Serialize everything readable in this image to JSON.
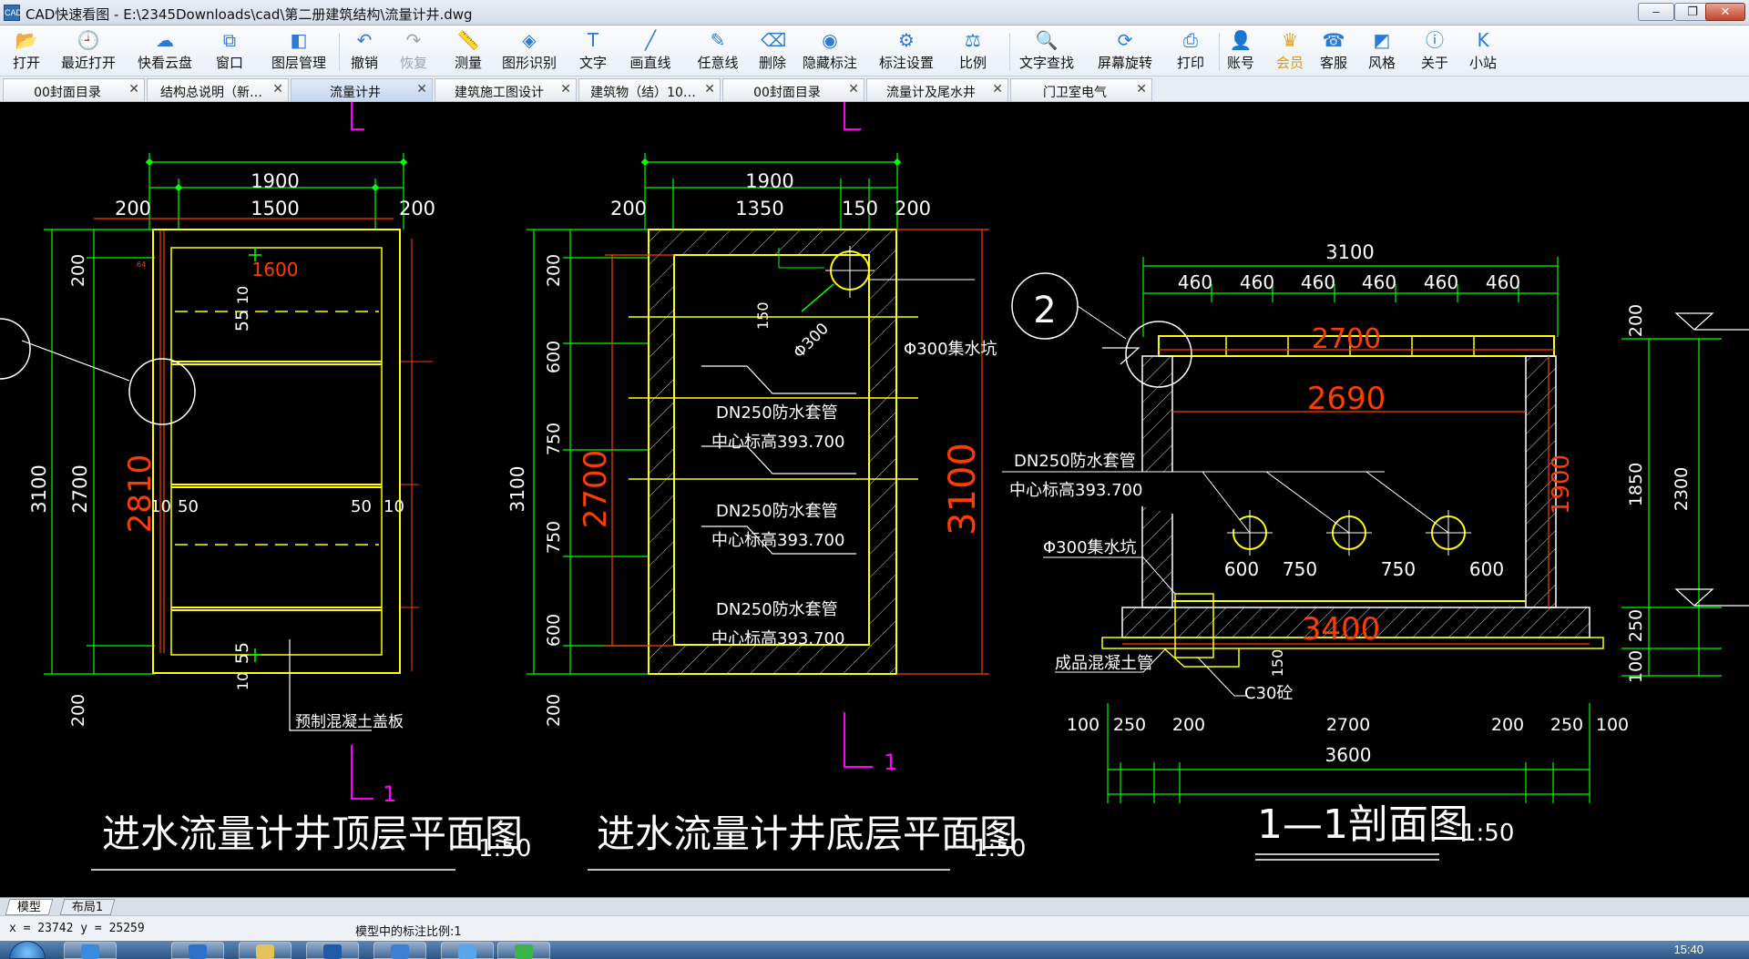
{
  "window": {
    "title": "CAD快速看图 - E:\\2345Downloads\\cad\\第二册建筑结构\\流量计井.dwg",
    "icon_label": "CAD",
    "buttons": {
      "minimize": "–",
      "restore": "❐",
      "close": "✕"
    }
  },
  "toolbar": {
    "items": [
      {
        "label": "打开",
        "icon": "folder-open-icon",
        "glyph": "📂",
        "disabled": false
      },
      {
        "label": "最近打开",
        "icon": "clock-icon",
        "glyph": "🕘",
        "disabled": false
      },
      {
        "label": "快看云盘",
        "icon": "cloud-icon",
        "glyph": "☁",
        "disabled": false
      },
      {
        "label": "窗口",
        "icon": "window-icon",
        "glyph": "⧉",
        "disabled": false
      },
      {
        "label": "图层管理",
        "icon": "layers-icon",
        "glyph": "◧",
        "disabled": false
      },
      {
        "label": "撤销",
        "icon": "undo-icon",
        "glyph": "↶",
        "disabled": false
      },
      {
        "label": "恢复",
        "icon": "redo-icon",
        "glyph": "↷",
        "disabled": true
      },
      {
        "label": "测量",
        "icon": "ruler-icon",
        "glyph": "📏",
        "disabled": false
      },
      {
        "label": "图形识别",
        "icon": "shape-recognize-icon",
        "glyph": "◈",
        "disabled": false
      },
      {
        "label": "文字",
        "icon": "text-icon",
        "glyph": "T",
        "disabled": false
      },
      {
        "label": "画直线",
        "icon": "line-icon",
        "glyph": "╱",
        "disabled": false
      },
      {
        "label": "任意线",
        "icon": "pen-icon",
        "glyph": "✎",
        "disabled": false
      },
      {
        "label": "删除",
        "icon": "eraser-icon",
        "glyph": "⌫",
        "disabled": false
      },
      {
        "label": "隐藏标注",
        "icon": "eye-hide-icon",
        "glyph": "◉",
        "disabled": false
      },
      {
        "label": "标注设置",
        "icon": "dimension-settings-icon",
        "glyph": "⚙",
        "disabled": false
      },
      {
        "label": "比例",
        "icon": "scale-icon",
        "glyph": "⚖",
        "disabled": false
      },
      {
        "label": "文字查找",
        "icon": "text-search-icon",
        "glyph": "🔍",
        "disabled": false
      },
      {
        "label": "屏幕旋转",
        "icon": "rotate-screen-icon",
        "glyph": "⟳",
        "disabled": false
      },
      {
        "label": "打印",
        "icon": "printer-icon",
        "glyph": "⎙",
        "disabled": false
      },
      {
        "label": "账号",
        "icon": "user-icon",
        "glyph": "👤",
        "disabled": false
      },
      {
        "label": "会员",
        "icon": "vip-icon",
        "glyph": "♛",
        "disabled": false,
        "vip": true
      },
      {
        "label": "客服",
        "icon": "headset-icon",
        "glyph": "☎",
        "disabled": false
      },
      {
        "label": "风格",
        "icon": "style-icon",
        "glyph": "◩",
        "disabled": false
      },
      {
        "label": "关于",
        "icon": "info-icon",
        "glyph": "ⓘ",
        "disabled": false
      },
      {
        "label": "小站",
        "icon": "site-k-icon",
        "glyph": "K",
        "disabled": false
      }
    ]
  },
  "tabs": [
    {
      "label": "00封面目录",
      "active": false
    },
    {
      "label": "结构总说明（新…",
      "active": false
    },
    {
      "label": "流量计井",
      "active": true
    },
    {
      "label": "建筑施工图设计",
      "active": false
    },
    {
      "label": "建筑物（结）10…",
      "active": false
    },
    {
      "label": "00封面目录",
      "active": false
    },
    {
      "label": "流量计及尾水井",
      "active": false
    },
    {
      "label": "门卫室电气",
      "active": false
    }
  ],
  "drawing": {
    "titles": {
      "top_plan": "进水流量计井顶层平面图",
      "bottom_plan": "进水流量计井底层平面图",
      "section": "1—1剖面图",
      "scale_label": "1:50"
    },
    "top_plan": {
      "dim_overall": "1900",
      "dim_left": "200",
      "dim_mid": "1500",
      "dim_right": "200",
      "dim_inner": "1600",
      "dim_v_total": "3100",
      "dim_v_mid": "2700",
      "dim_v_top": "200",
      "dim_v_bot": "200",
      "red_v": "2810",
      "d55a": "55",
      "d55b": "55",
      "d10a": "10",
      "d10b": "10",
      "d10c": "10",
      "d10d": "10",
      "d50a": "50",
      "d50b": "50",
      "tiny": "64",
      "cover_label": "预制混凝土盖板",
      "section_mark": "1"
    },
    "bottom_plan": {
      "dim_overall": "1900",
      "dim_left": "200",
      "dim_mid": "1350",
      "dim_mid2": "150",
      "dim_right": "200",
      "dim_v_total": "3100",
      "d200a": "200",
      "d600a": "600",
      "d750a": "750",
      "d750b": "750",
      "d600b": "600",
      "d200b": "200",
      "red_v_left": "2700",
      "red_v_right": "3100",
      "sump_label": "Φ300集水坑",
      "sump_dia": "Φ300",
      "d150": "150",
      "pipe_label": "DN250防水套管",
      "pipe_elev": "中心标高393.700",
      "section_mark": "1"
    },
    "section": {
      "circle_label": "2",
      "dim_overall": "3100",
      "seg": [
        "460",
        "460",
        "460",
        "460",
        "460",
        "460"
      ],
      "red_top": "2700",
      "red_mid": "2690",
      "red_v": "1900",
      "red_bot": "3400",
      "pipe_label": "DN250防水套管",
      "pipe_elev": "中心标高393.700",
      "sump_label": "Φ300集水坑",
      "pipe_dims": [
        "600",
        "750",
        "750",
        "600"
      ],
      "right_dims": [
        "200",
        "1850",
        "250",
        "100"
      ],
      "right_total": "2300",
      "d150": "150",
      "concrete_label": "成品混凝土管",
      "c30": "C30砼",
      "bottom_dims": [
        "100",
        "250",
        "200",
        "2700",
        "200",
        "250",
        "100"
      ],
      "bottom_total": "3600"
    }
  },
  "layout_tabs": [
    {
      "label": "模型",
      "active": true
    },
    {
      "label": "布局1",
      "active": false
    }
  ],
  "status": {
    "coords": "x = 23742  y = 25259",
    "scale_text": "模型中的标注比例:1"
  },
  "taskbar": {
    "clock": "15:40"
  },
  "colors": {
    "dim_green": "#00ff00",
    "wall_yellow": "#ffff00",
    "red_text": "#ff3c00",
    "white": "#ffffff",
    "magenta": "#ff00ff",
    "accent": "#2d7ad6"
  }
}
